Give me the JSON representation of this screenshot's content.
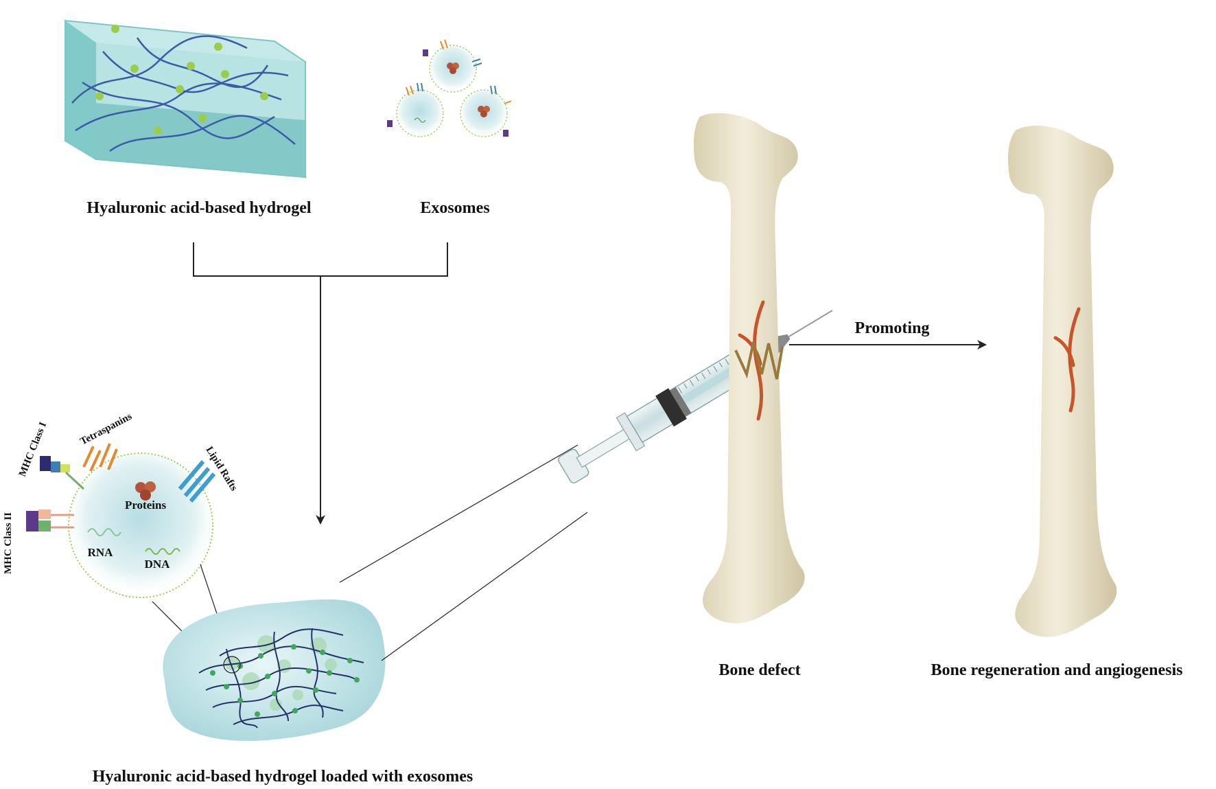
{
  "labels": {
    "hydrogel": "Hyaluronic acid-based hydrogel",
    "exosomes": "Exosomes",
    "loaded": "Hyaluronic acid-based hydrogel loaded with exosomes",
    "bone_defect": "Bone defect",
    "promoting": "Promoting",
    "regeneration": "Bone regeneration and  angiogenesis"
  },
  "exosome_parts": {
    "mhc1": "MHC Class I",
    "mhc2": "MHC Class II",
    "tetraspanins": "Tetraspanins",
    "lipid_rafts": "Lipid Rafts",
    "proteins": "Proteins",
    "rna": "RNA",
    "dna": "DNA"
  },
  "colors": {
    "gel": "#8fd3d3",
    "gel_dark": "#5bb3b3",
    "polymer": "#3b5aa8",
    "crosslink": "#9ccc4a",
    "bone": "#ece4cc",
    "bone_shade": "#c9bd9a",
    "vessel": "#c8552a",
    "fracture": "#9a7a3c"
  }
}
